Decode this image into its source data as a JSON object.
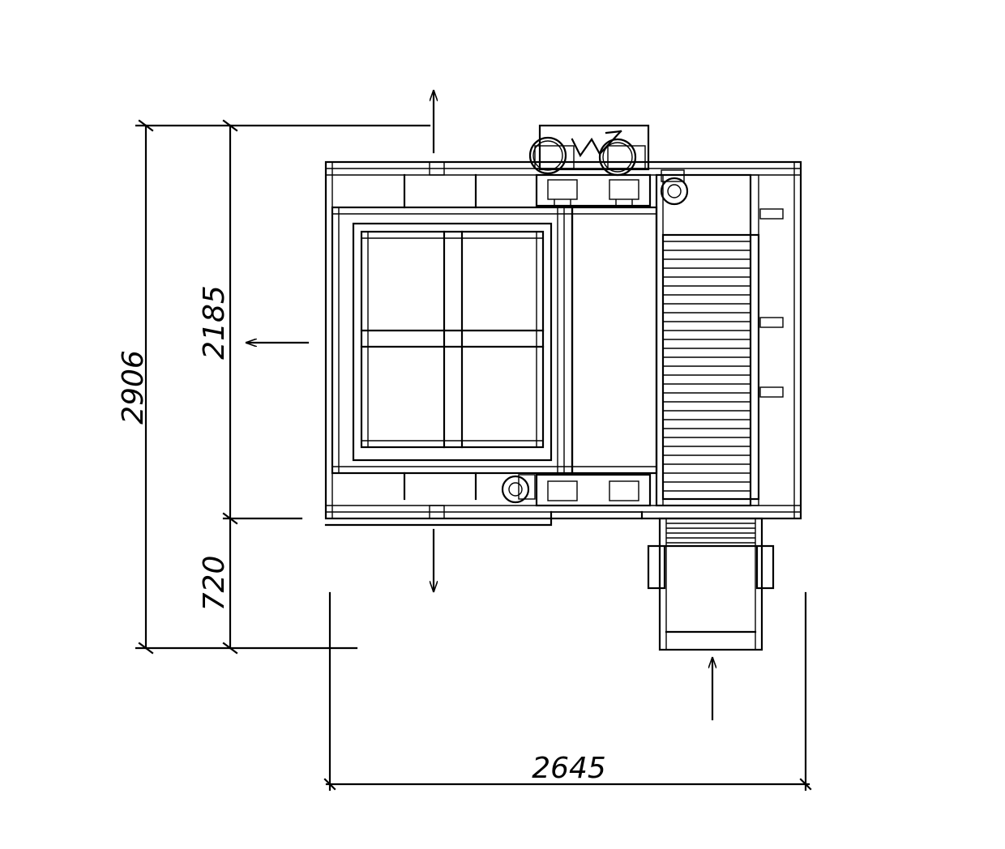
{
  "drawing": {
    "dimensions": {
      "overall_height": "2906",
      "upper_height": "2185",
      "lower_height": "720",
      "overall_width": "2645"
    }
  }
}
